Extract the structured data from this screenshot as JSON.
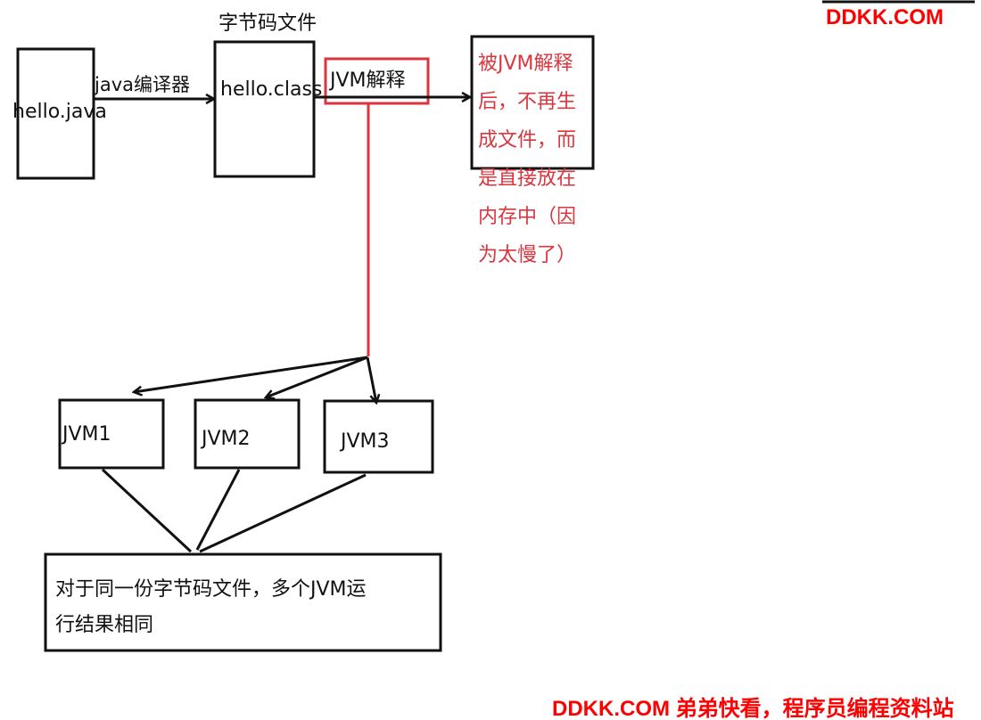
{
  "watermark": {
    "top": "DDKK.COM",
    "bottom": "DDKK.COM 弟弟快看，程序员编程资料站",
    "color": "#ff0000"
  },
  "nodes": {
    "source": {
      "label": "hello.java"
    },
    "bytecode_title": "字节码文件",
    "bytecode": {
      "label": "hello.class"
    },
    "compiler_edge": "java编译器",
    "interpret": {
      "label": "JVM解释"
    },
    "note": {
      "lines": [
        "被JVM解释",
        "后，不再生",
        "成文件，而",
        "是直接放在",
        "内存中（因",
        "为太慢了）"
      ]
    },
    "jvms": [
      "JVM1",
      "JVM2",
      "JVM3"
    ],
    "result": {
      "lines": [
        "对于同一份字节码文件，多个JVM运",
        "行结果相同"
      ]
    }
  },
  "colors": {
    "ink": "#111111",
    "accent": "#d9363e"
  }
}
